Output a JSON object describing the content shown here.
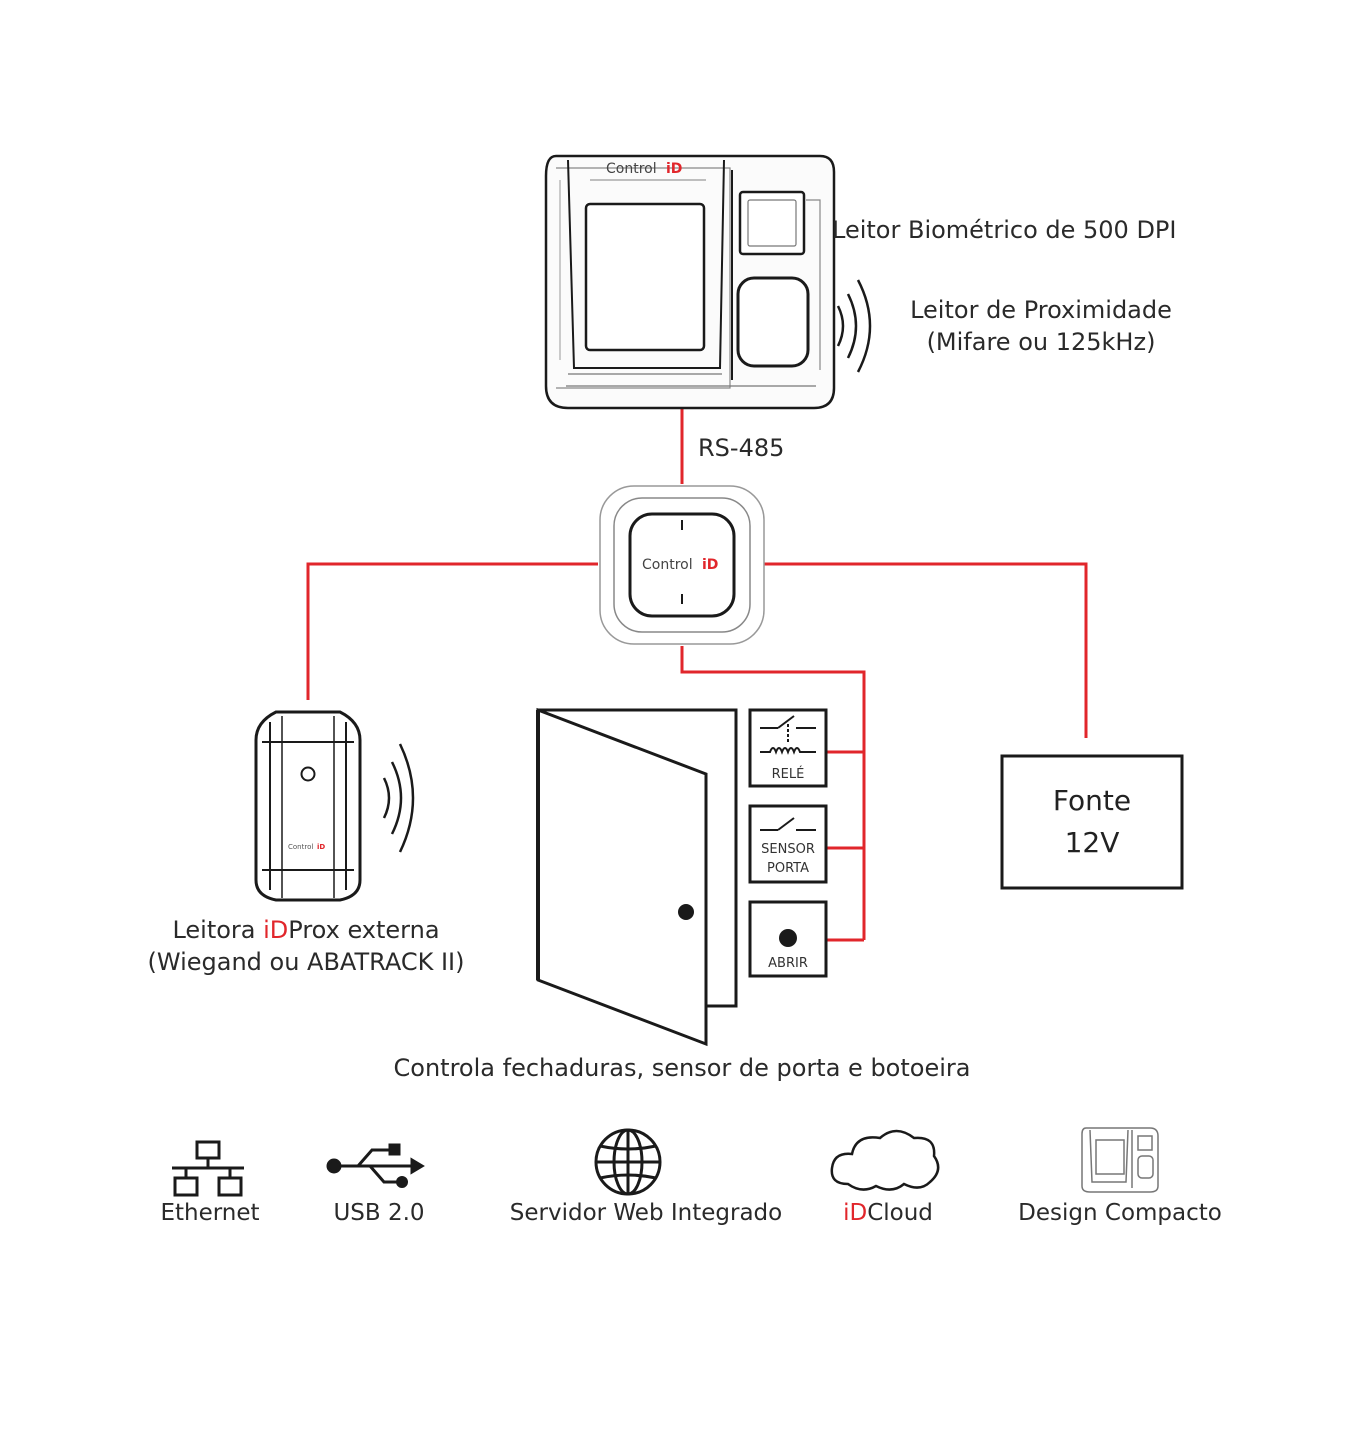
{
  "device": {
    "brand_prefix": "Control",
    "brand_suffix": "iD",
    "biometric_label": "Leitor Biométrico de 500 DPI",
    "proximity_line1": "Leitor de Proximidade",
    "proximity_line2": "(Mifare ou 125kHz)"
  },
  "link": {
    "rs485": "RS-485"
  },
  "controller": {
    "brand_prefix": "Control",
    "brand_suffix": "iD"
  },
  "external_reader": {
    "brand_prefix": "Control",
    "brand_suffix": "iD",
    "line1_pre": "Leitora ",
    "line1_red": "iD",
    "line1_post": "Prox externa",
    "line2": "(Wiegand ou ABATRACK II)"
  },
  "door": {
    "relay_label": "RELÉ",
    "sensor_line1": "SENSOR",
    "sensor_line2": "PORTA",
    "open_label": "ABRIR",
    "caption": "Controla fechaduras, sensor de porta e botoeira"
  },
  "power": {
    "line1": "Fonte",
    "line2": "12V"
  },
  "features": {
    "ethernet": "Ethernet",
    "usb": "USB 2.0",
    "web": "Servidor Web Integrado",
    "cloud_red": "iD",
    "cloud_rest": "Cloud",
    "compact": "Design Compacto"
  },
  "colors": {
    "accent": "#e1262b",
    "line": "#1a1a1a"
  }
}
